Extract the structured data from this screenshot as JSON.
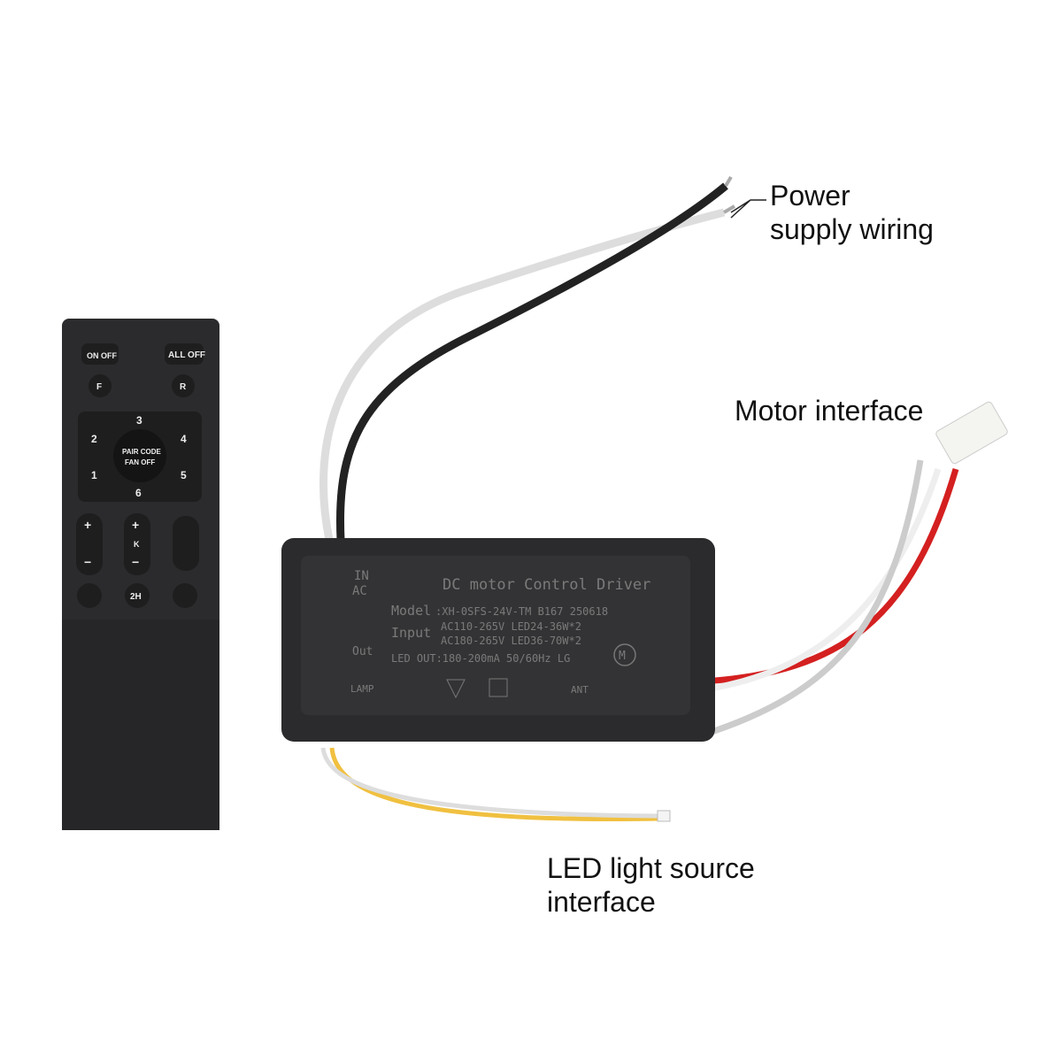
{
  "callouts": {
    "power": [
      "Power",
      "supply wiring"
    ],
    "motor": "Motor interface",
    "led": [
      "LED light source",
      "interface"
    ]
  },
  "remote": {
    "on_off": "ON OFF",
    "all_off": "ALL OFF",
    "forward": "F",
    "reverse": "R",
    "speeds": [
      "1",
      "2",
      "3",
      "4",
      "5",
      "6"
    ],
    "center": [
      "PAIR CODE",
      "FAN OFF"
    ],
    "plus": "+",
    "minus": "−",
    "timer": "2H",
    "cct": "K"
  },
  "driver": {
    "in_label": [
      "IN",
      "AC"
    ],
    "title": "DC motor Control Driver",
    "model_label": "Model",
    "model": ":XH-0SFS-24V-TM B167 250618",
    "input_label": "Input",
    "input": [
      "AC110-265V LED24-36W*2",
      "AC180-265V LED36-70W*2"
    ],
    "led_out": "LED OUT:180-200mA 50/60Hz LG",
    "out_label": [
      "Out",
      "LAMP"
    ],
    "motor_symbol": "M",
    "ant": "ANT"
  },
  "colors": {
    "body": "#2b2b2d",
    "wire_red": "#d42020",
    "wire_yellow": "#f0c040"
  }
}
